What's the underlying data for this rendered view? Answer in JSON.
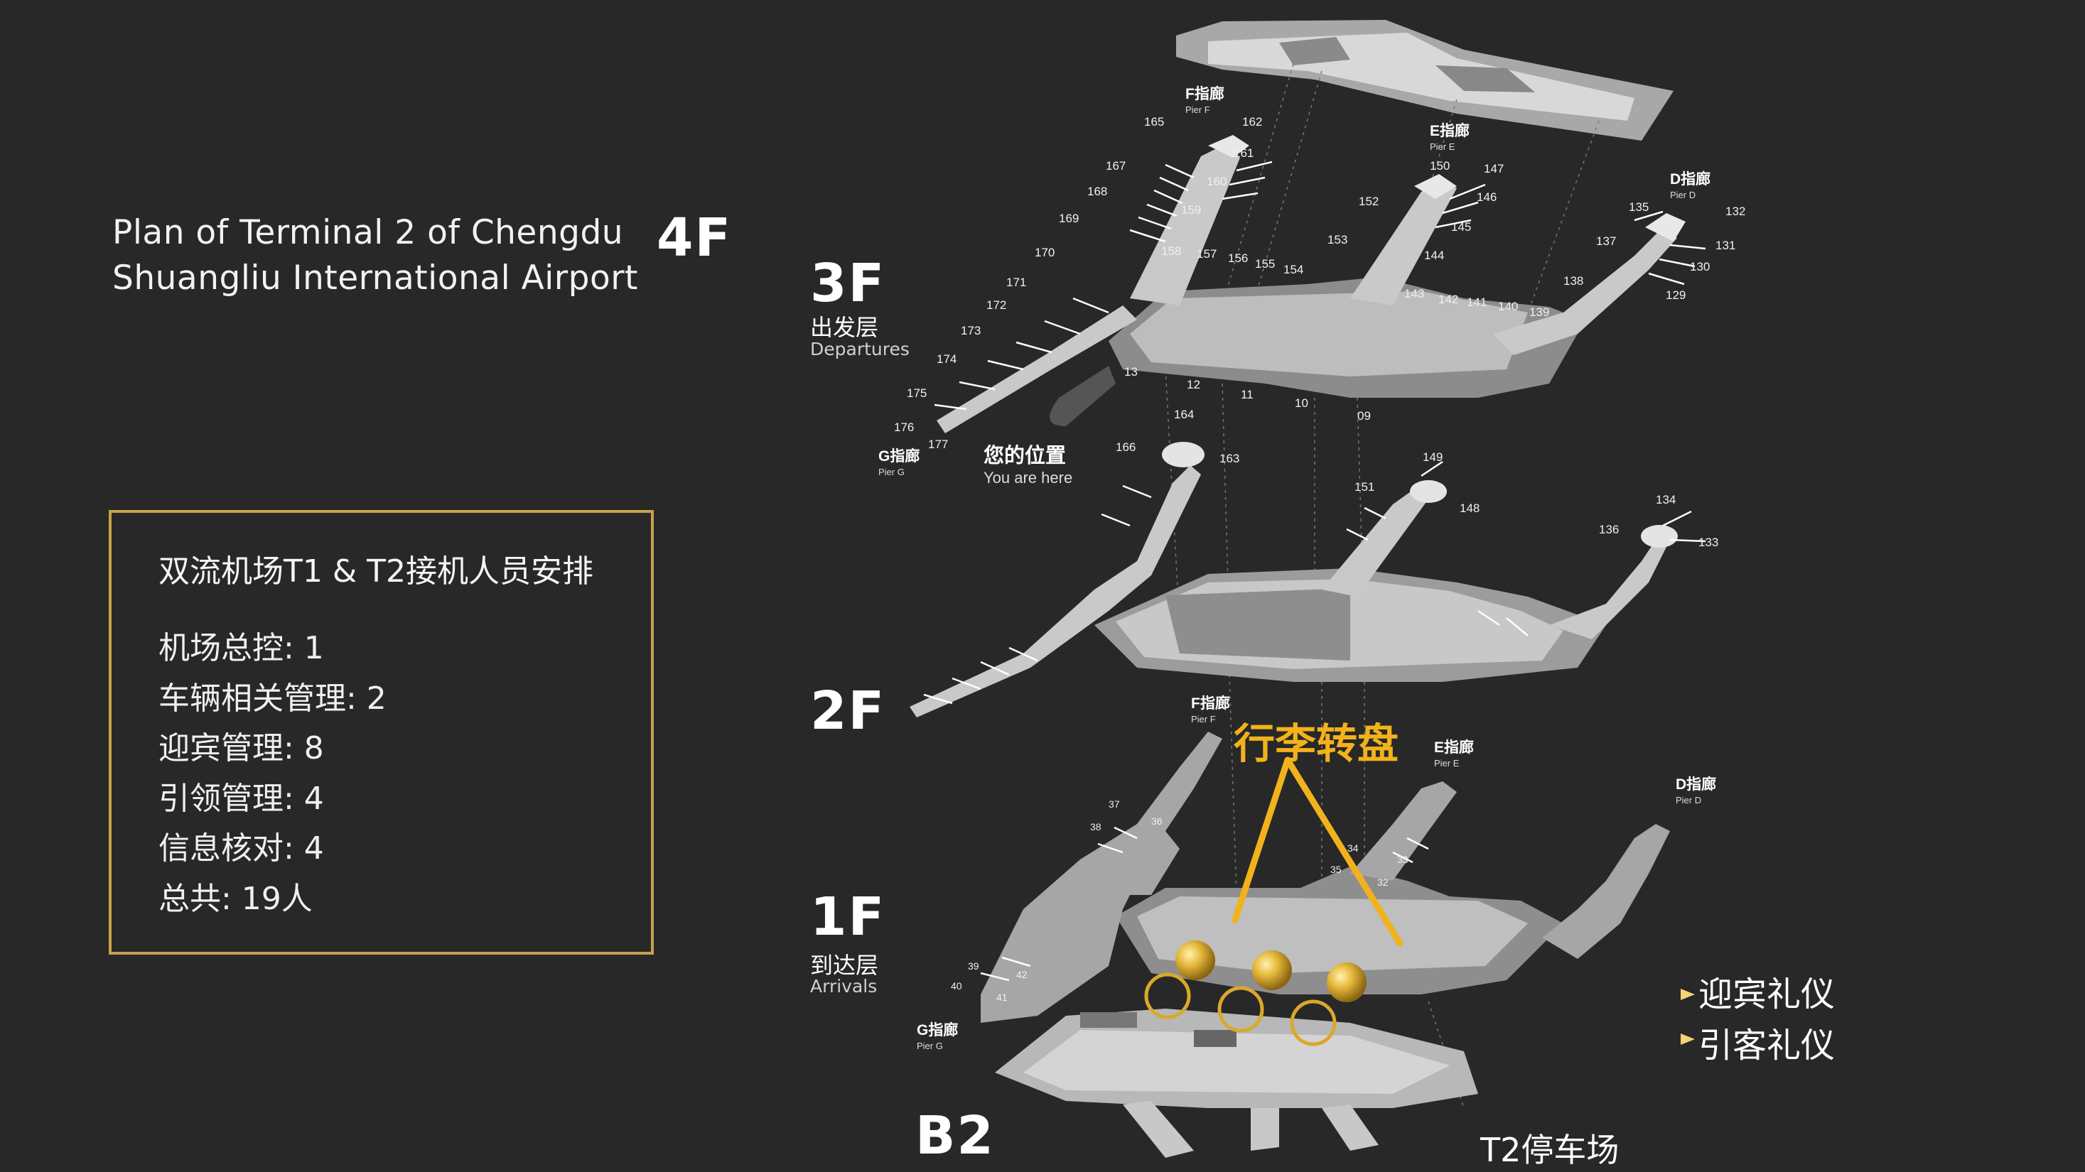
{
  "title": {
    "line1": "Plan of Terminal 2 of Chengdu",
    "line2": "Shuangliu International Airport"
  },
  "floors": {
    "f4": "4F",
    "f3": "3F",
    "f3_cn": "出发层",
    "f3_en": "Departures",
    "f2": "2F",
    "f1": "1F",
    "f1_cn": "到达层",
    "f1_en": "Arrivals",
    "b2": "B2"
  },
  "staff": {
    "heading": "双流机场T1 & T2接机人员安排",
    "items": [
      "机场总控: 1",
      "车辆相关管理: 2",
      "迎宾管理: 8",
      "引领管理: 4",
      "信息核对: 4",
      "总共: 19人"
    ]
  },
  "you_are_here": {
    "cn": "您的位置",
    "en": "You are here"
  },
  "piers": {
    "f_cn": "F指廊",
    "f_en": "Pier F",
    "e_cn": "E指廊",
    "e_en": "Pier E",
    "d_cn": "D指廊",
    "d_en": "Pier D",
    "g_cn": "G指廊",
    "g_en": "Pier G"
  },
  "annotations": {
    "baggage": "行李转盘",
    "welcome": "迎宾礼仪",
    "guide": "引客礼仪",
    "parking": "T2停车场"
  },
  "gates_3f": [
    "165",
    "162",
    "161",
    "167",
    "160",
    "168",
    "159",
    "169",
    "170",
    "158",
    "157",
    "156",
    "155",
    "154",
    "171",
    "172",
    "173",
    "174",
    "175",
    "176",
    "177",
    "150",
    "147",
    "146",
    "152",
    "145",
    "153",
    "144",
    "143",
    "142",
    "141",
    "140",
    "139",
    "135",
    "132",
    "137",
    "131",
    "138",
    "130",
    "129",
    "13",
    "12",
    "11",
    "10",
    "09"
  ],
  "gates_2f": [
    "164",
    "166",
    "163",
    "149",
    "151",
    "148",
    "134",
    "136",
    "133"
  ],
  "gates_1f": [
    "37",
    "36",
    "38",
    "34",
    "33",
    "35",
    "32",
    "39",
    "42",
    "40",
    "41"
  ],
  "colors": {
    "background": "#282828",
    "gold": "#c6a24b",
    "accent_yellow": "#f2b21b",
    "map_floor": "#9a9a9a",
    "map_light": "#d6d6d6"
  }
}
